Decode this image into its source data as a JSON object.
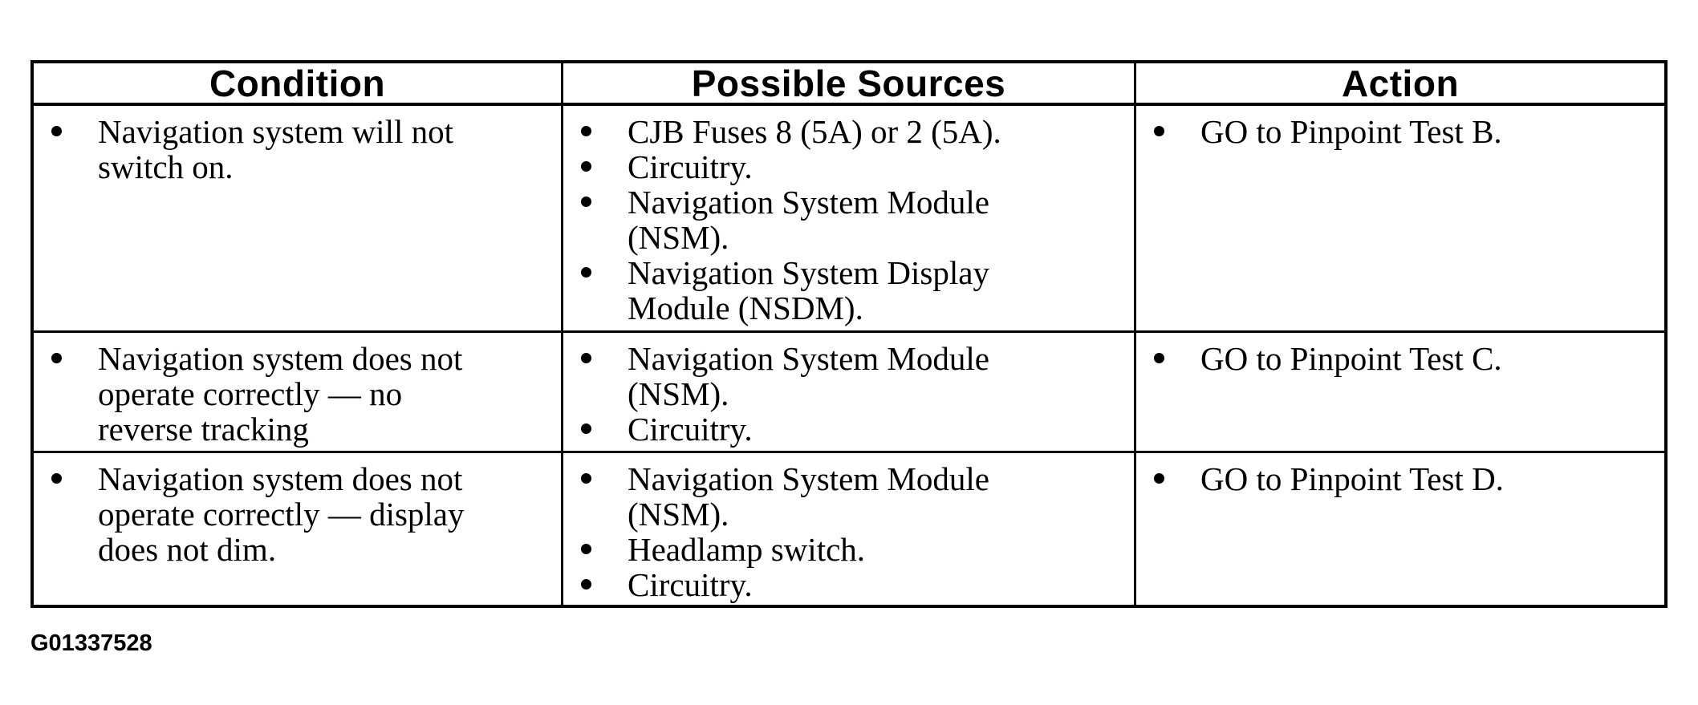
{
  "colors": {
    "background": "#ffffff",
    "text": "#000000",
    "border": "#000000"
  },
  "icons": {
    "bullet": "filled-circle"
  },
  "table": {
    "headers": [
      "Condition",
      "Possible Sources",
      "Action"
    ],
    "rows": [
      {
        "condition": [
          "Navigation system will not switch on."
        ],
        "sources": [
          "CJB Fuses 8 (5A) or 2 (5A).",
          "Circuitry.",
          "Navigation System Module (NSM).",
          "Navigation System Display Module (NSDM)."
        ],
        "action": [
          "GO to Pinpoint Test B."
        ]
      },
      {
        "condition": [
          "Navigation system does not operate correctly — no reverse tracking"
        ],
        "sources": [
          "Navigation System Module (NSM).",
          "Circuitry."
        ],
        "action": [
          "GO to Pinpoint Test C."
        ]
      },
      {
        "condition": [
          "Navigation system does not operate correctly — display does not dim."
        ],
        "sources": [
          "Navigation System Module (NSM).",
          "Headlamp switch.",
          "Circuitry."
        ],
        "action": [
          "GO to Pinpoint Test D."
        ]
      }
    ]
  },
  "figure_id": "G01337528"
}
